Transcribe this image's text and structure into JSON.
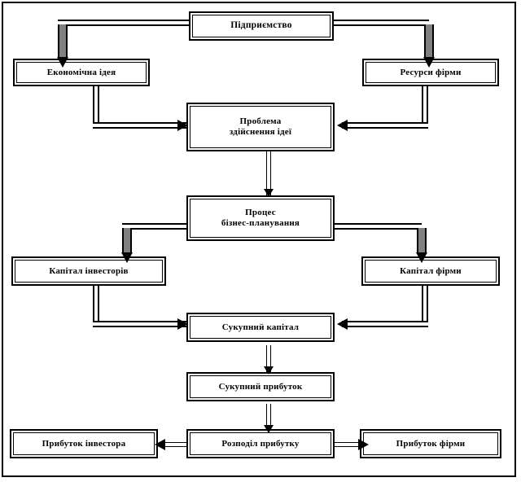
{
  "diagram": {
    "title_node": "Підприємство",
    "nodes": [
      {
        "id": "enterprise",
        "label": "Підприємство"
      },
      {
        "id": "economic-idea",
        "label": "Економічна ідея"
      },
      {
        "id": "firm-resources",
        "label": "Ресурси фірми"
      },
      {
        "id": "idea-problem",
        "label": "Проблема\nздійснення ідеї"
      },
      {
        "id": "idea-problem-l1",
        "label": "Проблема"
      },
      {
        "id": "idea-problem-l2",
        "label": "здійснення ідеї"
      },
      {
        "id": "business-planning",
        "label": "Процес\nбізнес-планування"
      },
      {
        "id": "business-planning-l1",
        "label": "Процес"
      },
      {
        "id": "business-planning-l2",
        "label": "бізнес-планування"
      },
      {
        "id": "investor-capital",
        "label": "Капітал інвесторів"
      },
      {
        "id": "firm-capital",
        "label": "Капітал фірми"
      },
      {
        "id": "total-capital",
        "label": "Сукупний капітал"
      },
      {
        "id": "total-profit",
        "label": "Сукупний прибуток"
      },
      {
        "id": "profit-distribution",
        "label": "Розподіл прибутку"
      },
      {
        "id": "investor-profit",
        "label": "Прибуток інвестора"
      },
      {
        "id": "firm-profit",
        "label": "Прибуток фірми"
      }
    ],
    "edges": [
      {
        "from": "enterprise",
        "to": "economic-idea",
        "direction": "down"
      },
      {
        "from": "enterprise",
        "to": "firm-resources",
        "direction": "down"
      },
      {
        "from": "economic-idea",
        "to": "idea-problem",
        "direction": "right"
      },
      {
        "from": "firm-resources",
        "to": "idea-problem",
        "direction": "left"
      },
      {
        "from": "idea-problem",
        "to": "business-planning",
        "direction": "down"
      },
      {
        "from": "business-planning",
        "to": "investor-capital",
        "direction": "down"
      },
      {
        "from": "business-planning",
        "to": "firm-capital",
        "direction": "down"
      },
      {
        "from": "investor-capital",
        "to": "total-capital",
        "direction": "right"
      },
      {
        "from": "firm-capital",
        "to": "total-capital",
        "direction": "left"
      },
      {
        "from": "total-capital",
        "to": "total-profit",
        "direction": "down"
      },
      {
        "from": "total-profit",
        "to": "profit-distribution",
        "direction": "down"
      },
      {
        "from": "profit-distribution",
        "to": "investor-profit",
        "direction": "left"
      },
      {
        "from": "profit-distribution",
        "to": "firm-profit",
        "direction": "right"
      }
    ],
    "colors": {
      "line": "#000000",
      "arrow_shaft_fill": "#808080",
      "background": "#ffffff"
    }
  }
}
